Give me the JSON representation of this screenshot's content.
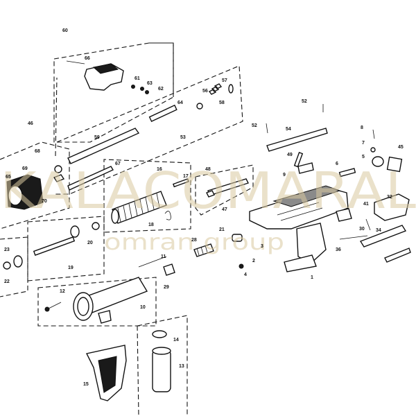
{
  "watermark": {
    "title": "KALACOMARAL",
    "subtitle": "omran group"
  },
  "labels": {
    "p1": "1",
    "p2": "2",
    "p3": "3",
    "p4": "4",
    "p5": "5",
    "p6": "6",
    "p7": "7",
    "p8": "8",
    "p9": "9",
    "p10": "10",
    "p11": "11",
    "p12": "12",
    "p13": "13",
    "p14": "14",
    "p15": "15",
    "p16": "16",
    "p17": "17",
    "p18": "18",
    "p19": "19",
    "p20": "20",
    "p21": "21",
    "p22": "22",
    "p23": "23",
    "p28": "28",
    "p29": "29",
    "p30": "30",
    "p32": "32",
    "p34": "34",
    "p36": "36",
    "p41": "41",
    "p45": "45",
    "p46": "46",
    "p47": "47",
    "p48": "48",
    "p49": "49",
    "p52a": "52",
    "p52b": "52",
    "p53": "53",
    "p54": "54",
    "p56": "56",
    "p57": "57",
    "p58": "58",
    "p59": "59",
    "p60": "60",
    "p61": "61",
    "p62": "62",
    "p63": "63",
    "p64": "64",
    "p65": "65",
    "p66": "66",
    "p67": "67",
    "p68": "68",
    "p69": "69",
    "p70": "70"
  }
}
